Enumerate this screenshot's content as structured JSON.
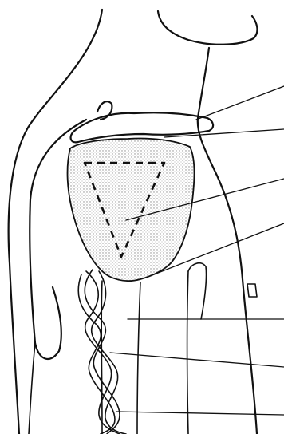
{
  "figure": {
    "colors": {
      "line": "#111111",
      "background": "#ffffff",
      "stipple": "#8a8a8a"
    },
    "leader_lines": [
      {
        "id": "leader-1"
      },
      {
        "id": "leader-2"
      },
      {
        "id": "leader-3"
      },
      {
        "id": "leader-4"
      },
      {
        "id": "leader-5"
      },
      {
        "id": "leader-6"
      },
      {
        "id": "leader-7"
      }
    ]
  }
}
